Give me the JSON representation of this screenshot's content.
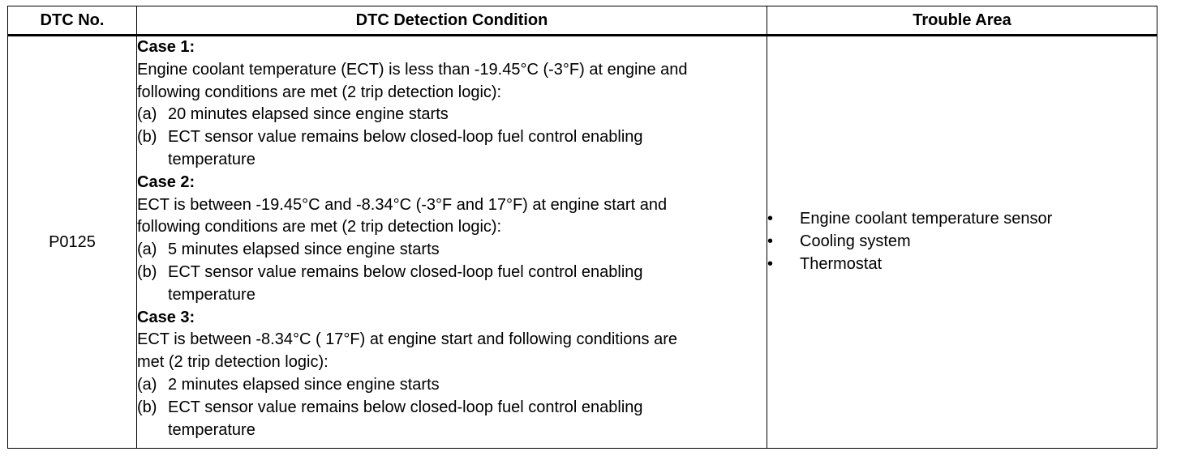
{
  "table": {
    "headers": [
      "DTC No.",
      "DTC Detection Condition",
      "Trouble Area"
    ],
    "row": {
      "dtc_no": "P0125",
      "cases": [
        {
          "title": "Case 1:",
          "intro_lines": [
            "Engine coolant temperature (ECT) is less than -19.45°C (-3°F) at engine and",
            "following conditions are met (2 trip detection logic):"
          ],
          "conditions": [
            {
              "label": "(a)",
              "lines": [
                "20 minutes elapsed since engine starts"
              ]
            },
            {
              "label": "(b)",
              "lines": [
                "ECT sensor value remains below closed-loop fuel control enabling",
                "temperature"
              ]
            }
          ]
        },
        {
          "title": "Case 2:",
          "intro_lines": [
            "ECT is between -19.45°C and -8.34°C (-3°F and 17°F) at engine start and",
            "following conditions are met (2 trip detection logic):"
          ],
          "conditions": [
            {
              "label": "(a)",
              "lines": [
                "5 minutes elapsed since engine starts"
              ]
            },
            {
              "label": "(b)",
              "lines": [
                "ECT sensor value remains below closed-loop fuel control enabling",
                "temperature"
              ]
            }
          ]
        },
        {
          "title": "Case 3:",
          "intro_lines": [
            "ECT is between -8.34°C ( 17°F) at engine start and following conditions are",
            "met (2 trip detection logic):"
          ],
          "conditions": [
            {
              "label": "(a)",
              "lines": [
                "2 minutes elapsed since engine starts"
              ]
            },
            {
              "label": "(b)",
              "lines": [
                "ECT sensor value remains below closed-loop fuel control enabling",
                "temperature"
              ]
            }
          ]
        }
      ],
      "trouble_areas": [
        "Engine coolant temperature sensor",
        "Cooling system",
        "Thermostat"
      ],
      "bullet": "•"
    }
  }
}
